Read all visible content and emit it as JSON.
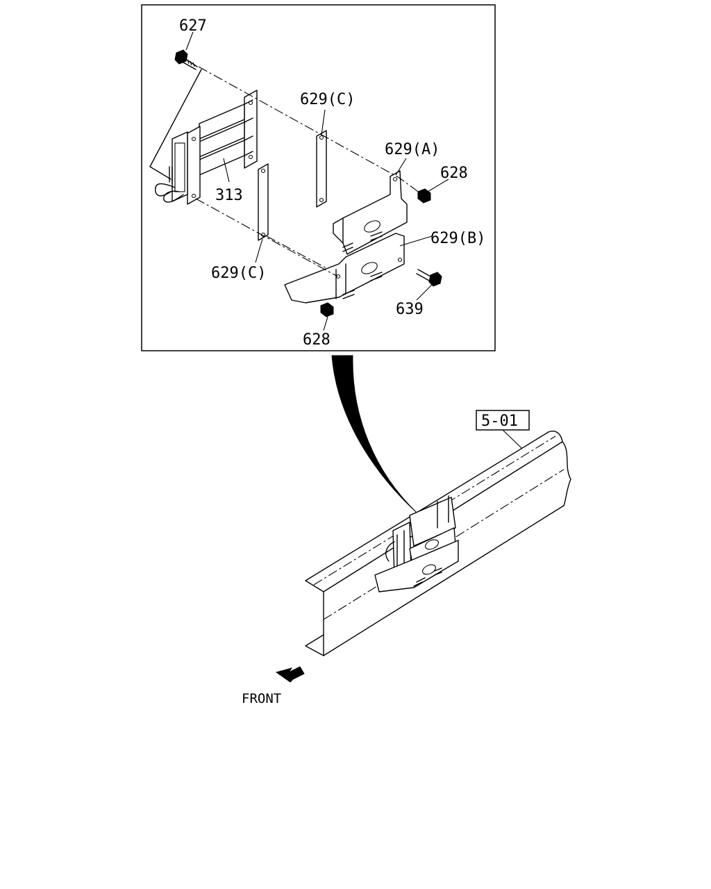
{
  "diagram": {
    "callouts": {
      "p627": "627",
      "p629c_top": "629(C)",
      "p629a": "629(A)",
      "p628_right": "628",
      "p313": "313",
      "p629b": "629(B)",
      "p629c_bottom": "629(C)",
      "p639": "639",
      "p628_bottom": "628"
    },
    "reference_box": "5-01",
    "direction_label": "FRONT"
  }
}
